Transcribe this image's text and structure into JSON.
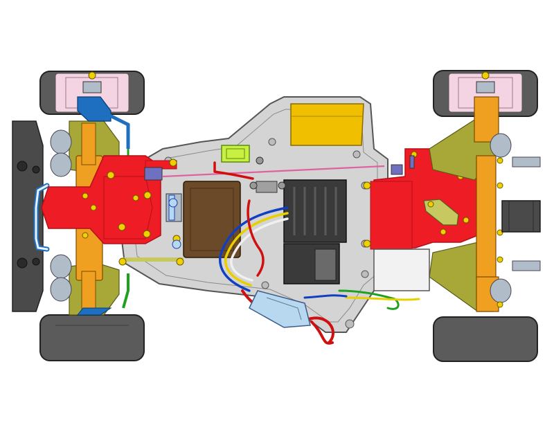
{
  "diagram": {
    "kind": "rc-car-chassis-top-view",
    "colors": {
      "background": "#ffffff",
      "chassis_plate": "#d4d4d4",
      "chassis_outline": "#555555",
      "tire": "#5b5b5b",
      "tire_outline": "#222222",
      "wheel_hub": "#f4d3e3",
      "gearbox": "#ee1c24",
      "gearbox_dark": "#b31018",
      "suspension_arm": "#a8a838",
      "suspension_arm_light": "#c8c860",
      "hub_carrier": "#f0a020",
      "steering_block": "#1f6fc0",
      "bumper": "#4a4a4a",
      "servo": "#6b4a2a",
      "battery_pack": "#f0c000",
      "receiver_mount": "#c8f040",
      "speed_controller": "#3a3a3a",
      "screw": "#f0d000",
      "damper": "#b0bcc8",
      "motor": "#4a4a4a",
      "wire_red": "#d01010",
      "wire_blue": "#1040c0",
      "wire_yellow": "#e8d000",
      "wire_green": "#20a020",
      "wire_white": "#f0f0f0",
      "connector": "#b8d8f0",
      "antenna": "#e060a0"
    },
    "components": [
      {
        "name": "front-bumper"
      },
      {
        "name": "front-left-wheel"
      },
      {
        "name": "front-right-wheel"
      },
      {
        "name": "rear-left-wheel"
      },
      {
        "name": "rear-right-wheel"
      },
      {
        "name": "front-gearbox"
      },
      {
        "name": "rear-gearbox"
      },
      {
        "name": "main-chassis"
      },
      {
        "name": "servo"
      },
      {
        "name": "battery-pack"
      },
      {
        "name": "speed-controller"
      },
      {
        "name": "receiver-mount"
      },
      {
        "name": "motor"
      },
      {
        "name": "wiring-harness"
      },
      {
        "name": "connector-plug"
      }
    ]
  }
}
